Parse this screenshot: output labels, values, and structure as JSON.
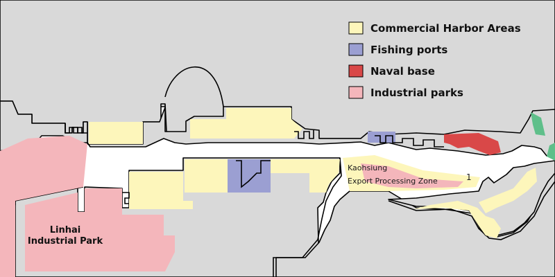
{
  "legend": {
    "items": [
      {
        "label": "Commercial Harbor Areas",
        "color": "#fdf6bb"
      },
      {
        "label": "Fishing ports",
        "color": "#9b9fd2"
      },
      {
        "label": "Naval base",
        "color": "#d94848"
      },
      {
        "label": "Industrial parks",
        "color": "#f4b6bb"
      }
    ]
  },
  "labels": {
    "linhai_line1": "Linhai",
    "linhai_line2": "Industrial Park",
    "kepz_line1": "Kaohsiung",
    "kepz_line2": "Export Processing Zone",
    "number_one": "1"
  },
  "colors": {
    "land": "#d9d9d9",
    "water": "#ffffff",
    "green": "#5fbf8a"
  }
}
